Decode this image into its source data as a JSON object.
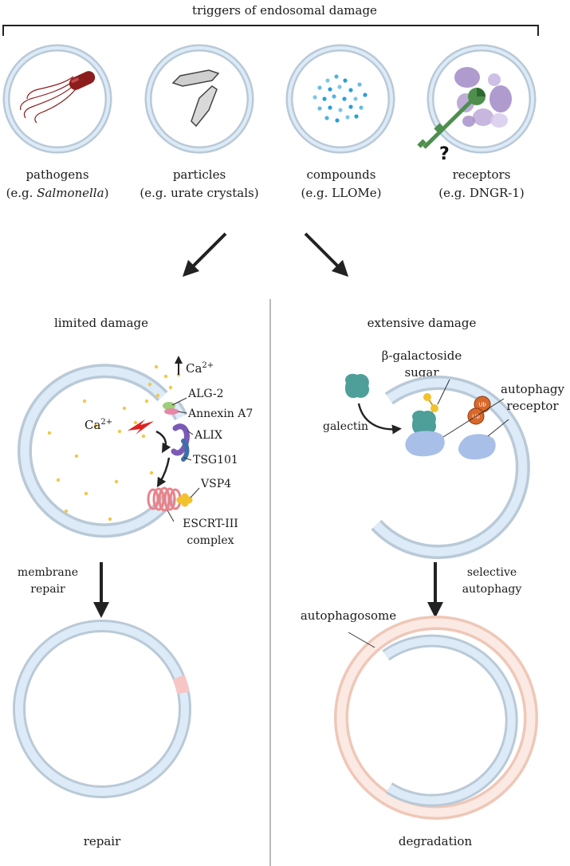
{
  "header": {
    "title": "triggers of endosomal damage"
  },
  "triggers": [
    {
      "name": "pathogens",
      "example_prefix": "(e.g. ",
      "example": "Salmonella",
      "example_suffix": ")"
    },
    {
      "name": "particles",
      "example_prefix": "(e.g. ",
      "example": "urate crystals",
      "example_suffix": ")"
    },
    {
      "name": "compounds",
      "example_prefix": "(e.g. ",
      "example": "LLOMe",
      "example_suffix": ")"
    },
    {
      "name": "receptors",
      "example_prefix": "(e.g. ",
      "example": "DNGR-1",
      "example_suffix": ")"
    }
  ],
  "receptor_unknown_mark": "?",
  "left_panel": {
    "title": "limited damage",
    "ca_out_base": "Ca",
    "ca_out_sup": "2+",
    "ca_in_base": "Ca",
    "ca_in_sup": "2+",
    "proteins": [
      "ALG-2",
      "Annexin A7",
      "ALIX",
      "TSG101",
      "VSP4"
    ],
    "escrt_line1": "ESCRT-III",
    "escrt_line2": "complex",
    "step_line1": "membrane",
    "step_line2": "repair",
    "outcome": "repair"
  },
  "right_panel": {
    "title": "extensive damage",
    "sugar_line1": "β-galactoside",
    "sugar_line2": "sugar",
    "galectin": "galectin",
    "receptor_line1": "autophagy",
    "receptor_line2": "receptor",
    "ub_label": "Ub",
    "step_line1": "selective",
    "step_line2": "autophagy",
    "autophagosome": "autophagosome",
    "outcome": "degradation"
  },
  "colors": {
    "membrane_outer": "#b9c9d7",
    "membrane_inner": "#dcebf7",
    "calcium": "#f0c84a",
    "galectin": "#4e9f9a",
    "receptor": "#a8bfe8",
    "ubiquitin": "#d9682a",
    "escrt": "#e9828a",
    "alix": "#7a5ab5",
    "autophagosome": "#efc7b7",
    "pathogen": "#8c1d1d",
    "crystal": "#555555",
    "compound": "#2a9fd6",
    "dngr1": "#4e8f4e",
    "damage_bolt": "#e02020"
  }
}
